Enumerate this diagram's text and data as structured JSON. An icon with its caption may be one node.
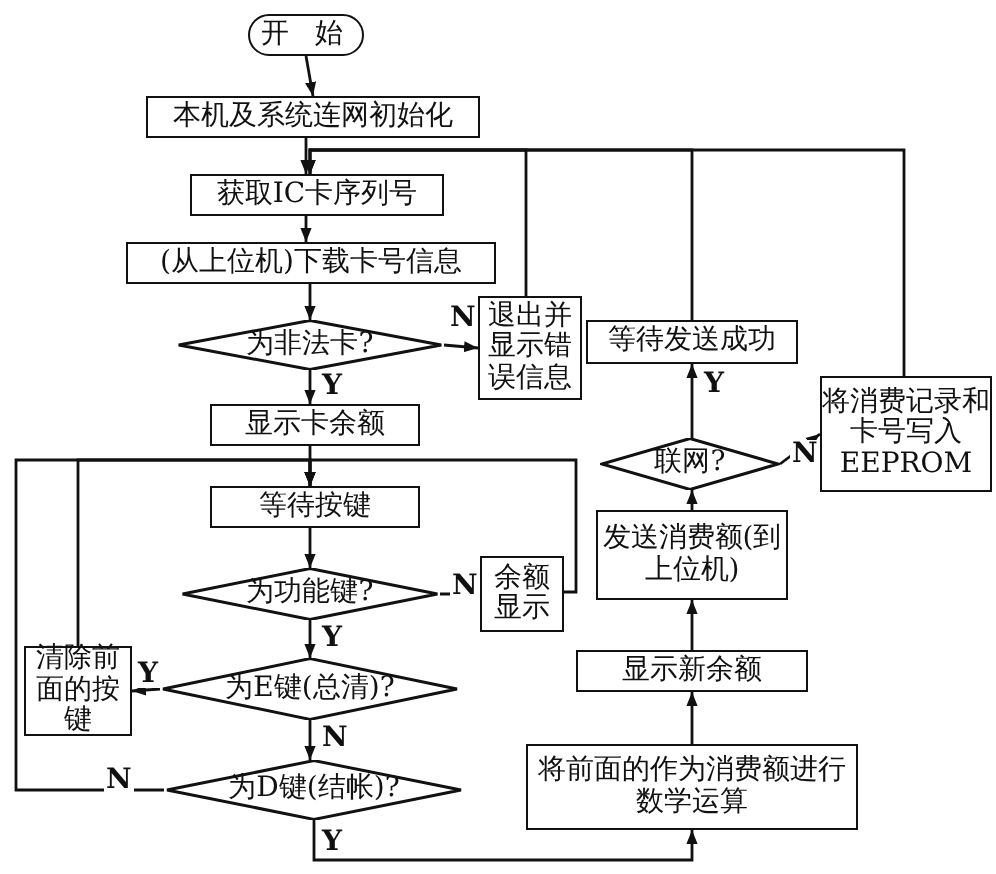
{
  "diagram": {
    "nodes": [
      {
        "text": [
          "开 始"
        ]
      },
      {
        "text": [
          "本机及系统连网初始化"
        ]
      },
      {
        "text": [
          "获取IC卡序列号"
        ]
      },
      {
        "text": [
          "(从上位机)下载卡号信息"
        ]
      },
      {
        "text": [
          "为非法卡?"
        ]
      },
      {
        "text": [
          "退出并显示错误信息"
        ]
      },
      {
        "text": [
          "显示卡余额"
        ]
      },
      {
        "text": [
          "等待按键"
        ]
      },
      {
        "text": [
          "为功能键?"
        ]
      },
      {
        "text": [
          "余额显示"
        ]
      },
      {
        "text": [
          "为E键(总清)?"
        ]
      },
      {
        "text": [
          "清除前面的按键"
        ]
      },
      {
        "text": [
          "为D键(结帐)?"
        ]
      },
      {
        "text": [
          "将前面的作为消费额进行数学运算"
        ]
      },
      {
        "text": [
          "显示新余额"
        ]
      },
      {
        "text": [
          "发送消费额(到上位机)"
        ]
      },
      {
        "text": [
          "联网?"
        ]
      },
      {
        "text": [
          "等待发送成功"
        ]
      },
      {
        "text": [
          "将消费记录和卡号写入EEPROM"
        ]
      }
    ],
    "edges": [
      {
        "from": 0,
        "to": 1,
        "arrow": "to"
      },
      {
        "from": 1,
        "to": 2,
        "arrow": "to"
      },
      {
        "from": 2,
        "to": 3,
        "arrow": "to"
      },
      {
        "from": 3,
        "to": 4,
        "arrow": "to"
      },
      {
        "from": 4,
        "to": 5,
        "arrow": "to",
        "label": "N"
      },
      {
        "from": 4,
        "to": 6,
        "arrow": "to",
        "label": "Y"
      },
      {
        "from": 5,
        "to": 2,
        "arrow": "to"
      },
      {
        "from": 17,
        "to": 2,
        "arrow": "to"
      },
      {
        "from": 18,
        "to": 2,
        "arrow": "to"
      },
      {
        "from": 6,
        "to": 7,
        "arrow": "to"
      },
      {
        "from": 7,
        "to": 8,
        "arrow": "to"
      },
      {
        "from": 8,
        "to": 9,
        "arrow": "to",
        "label": "N"
      },
      {
        "from": 9,
        "to": 7,
        "arrow": "to"
      },
      {
        "from": 8,
        "to": 10,
        "arrow": "to",
        "label": "Y"
      },
      {
        "from": 10,
        "to": 11,
        "arrow": "to",
        "label": "Y"
      },
      {
        "from": 10,
        "to": 12,
        "arrow": "to",
        "label": "N"
      },
      {
        "from": 11,
        "to": 7,
        "arrow": "to"
      },
      {
        "from": 12,
        "to": 7,
        "arrow": "to",
        "label": "N"
      },
      {
        "from": 12,
        "to": 13,
        "arrow": "to",
        "label": "Y"
      },
      {
        "from": 13,
        "to": 14,
        "arrow": "to"
      },
      {
        "from": 14,
        "to": 15,
        "arrow": "to"
      },
      {
        "from": 15,
        "to": 16,
        "arrow": "to"
      },
      {
        "from": 16,
        "to": 17,
        "arrow": "to",
        "label": "Y"
      },
      {
        "from": 16,
        "to": 18,
        "arrow": "to",
        "label": "N"
      }
    ]
  }
}
